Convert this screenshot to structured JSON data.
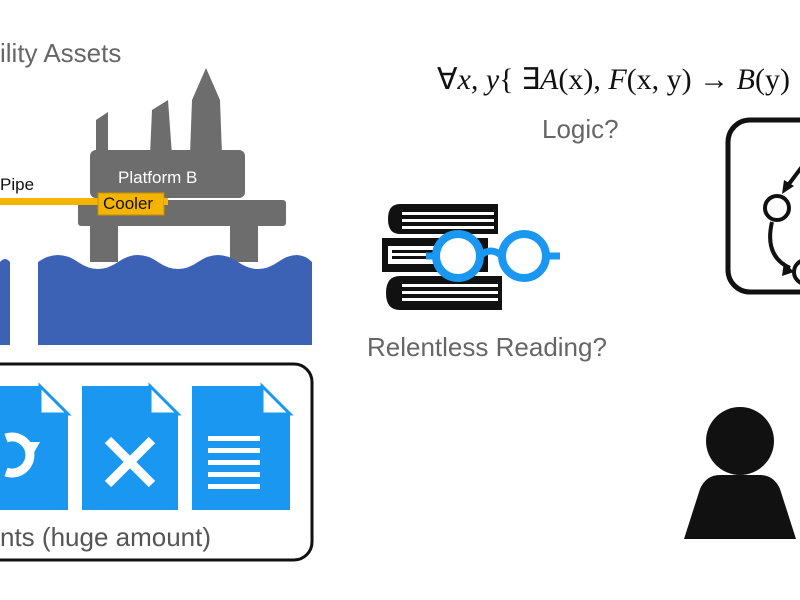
{
  "facility": {
    "heading": "ility Assets",
    "platform_label": "Platform B",
    "pipe_label": "Pipe",
    "cooler_label": "Cooler"
  },
  "logic": {
    "formula_forall": "∀",
    "formula_xy": "x, y",
    "formula_brace": "{ ∃",
    "formula_A": "A",
    "formula_Ax": "(x), ",
    "formula_F": "F",
    "formula_Fxy": "(x, y) → ",
    "formula_B": "B",
    "formula_By": "(y)",
    "caption": "Logic?"
  },
  "reading": {
    "caption": "Relentless Reading?"
  },
  "documents": {
    "caption": "nts (huge amount)"
  },
  "colors": {
    "platform": "#6d6d6d",
    "sea": "#3c62b5",
    "pipe": "#f4b400",
    "doc_blue": "#1a97f0",
    "glasses_blue": "#1a97f0",
    "ink": "#111111",
    "caption_gray": "#666666"
  },
  "icons": {
    "books": "stacked-books-icon",
    "glasses": "reading-glasses-icon",
    "doc_refresh": "document-refresh-icon",
    "doc_cross": "document-cross-icon",
    "doc_lines": "document-text-icon",
    "person": "person-icon",
    "graph": "graph-diagram-icon"
  }
}
